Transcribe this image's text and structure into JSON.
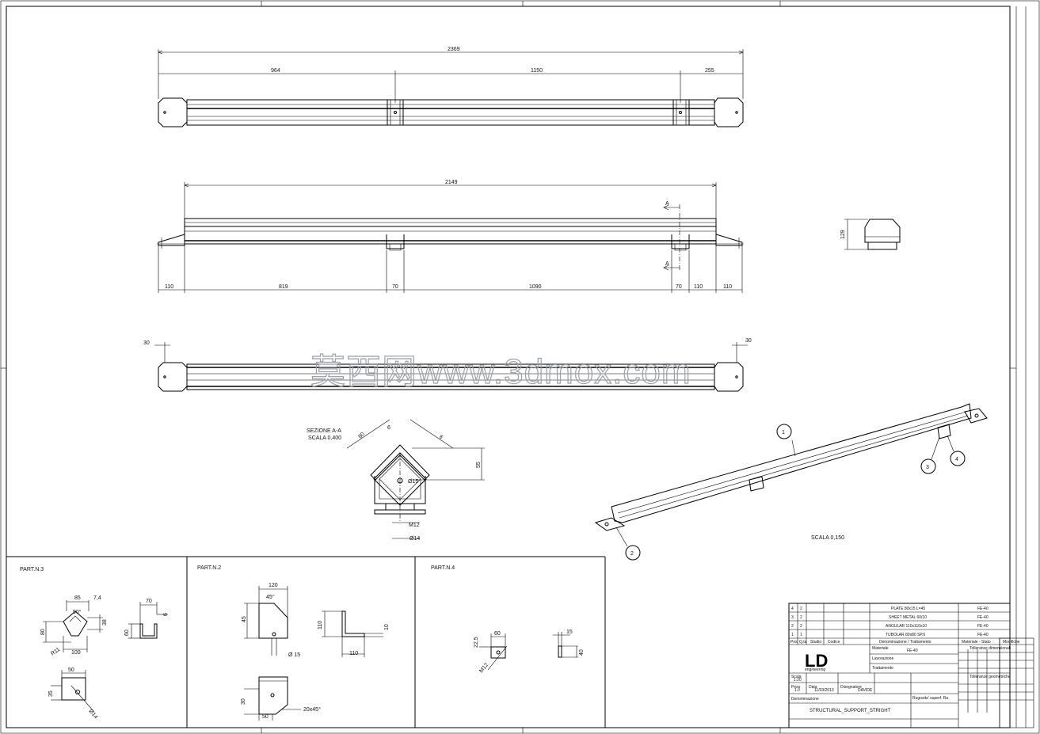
{
  "drawing": {
    "view1": {
      "overall": "2369",
      "seg1": "964",
      "seg2": "1150",
      "seg3": "255"
    },
    "view2": {
      "overall": "2149",
      "seg_a": "110",
      "seg_b": "819",
      "seg_c": "70",
      "seg_d": "1090",
      "seg_e": "70",
      "seg_f": "110",
      "seg_g": "110",
      "section_mark": "A"
    },
    "side_view": {
      "height": "129"
    },
    "view3": {
      "left_offset": "30",
      "right_offset": "30"
    },
    "section": {
      "title": "SEZIONE A-A",
      "scale": "SCALA 0,400",
      "d80": "80",
      "d6a": "6",
      "d6b": "6",
      "d55": "55",
      "d15": "Ø15",
      "m12": "M12",
      "d14": "Ø14"
    },
    "iso": {
      "scale": "SCALA 0,150",
      "balloons": [
        "1",
        "2",
        "3",
        "4"
      ]
    },
    "watermark": "莫西网www.3dmox.com"
  },
  "parts": {
    "part3": {
      "title": "PART.N.3",
      "d85": "85",
      "d74": "7,4",
      "d90": "90°",
      "d38": "38",
      "d80": "80",
      "r11": "R11",
      "d100": "100",
      "d70": "70",
      "d6": "6",
      "d60": "60",
      "d50": "50",
      "d35": "35",
      "d14": "Ø14"
    },
    "part2": {
      "title": "PART.N.2",
      "d120": "120",
      "d45deg": "45°",
      "d45": "45",
      "d15": "Ø 15",
      "d110a": "110",
      "d10": "10",
      "d110b": "110",
      "d30": "30",
      "d50": "50",
      "chamfer": "20x45°"
    },
    "part4": {
      "title": "PART.N.4",
      "d60": "60",
      "d225": "22,5",
      "m12": "M12",
      "d15": "15",
      "d40": "40"
    }
  },
  "title_block": {
    "bom": [
      {
        "pos": "4",
        "qty": "2",
        "desc": "PLATE 80x15 L=45",
        "mat": "FE-40"
      },
      {
        "pos": "3",
        "qty": "2",
        "desc": "SHEET METAL 60/10",
        "mat": "FE-40"
      },
      {
        "pos": "2",
        "qty": "2",
        "desc": "ANGULAR 110x110x10",
        "mat": "FE-40"
      },
      {
        "pos": "1",
        "qty": "1",
        "desc": "TUBOLAR 80x80 SP.6",
        "mat": "FE-40"
      }
    ],
    "headers": {
      "pos": "Pos",
      "qty": "Q.ta",
      "study": "Studio",
      "code": "Codice",
      "desc": "Denominazione / Trattamento",
      "mat": "Materiale - Stato",
      "mod": "Modifiche"
    },
    "material_label": "Materiale",
    "material": "FE-40",
    "semi_label": "Lavorazione",
    "treatment_label": "Trattamento",
    "logo": "LD",
    "logo_sub": "engineering",
    "designer_label": "Disegnatore",
    "designer": "DAVIDE",
    "date_label": "Data",
    "date": "11/03/2013",
    "scale_label": "Scala",
    "scale": "1:20",
    "weight_label": "Peso",
    "weight": "1.0",
    "rough_label": "Rugosita' superf. Ra",
    "denom_label": "Denominazione",
    "denom": "STRUCTURAL_SUPPORT_STRIGHT",
    "tol_dim": "Tolleranze dimensionali",
    "tol_geo": "Tolleranze geometriche"
  }
}
